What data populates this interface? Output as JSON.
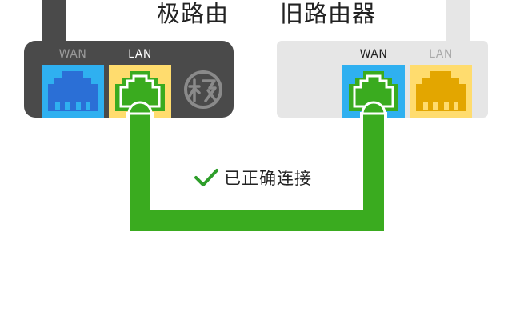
{
  "routers": {
    "left": {
      "title": "极路由",
      "ports": [
        {
          "label": "WAN",
          "label_color": "#9a9a9a",
          "fill": "#2fb0f0",
          "jack": "#2b6fd6"
        },
        {
          "label": "LAN",
          "label_color": "#ffffff",
          "fill": "#ffdc6e",
          "jack": "#3aab1f",
          "connected": true
        }
      ],
      "logo": "极 logo",
      "body_color": "#4a4a4a"
    },
    "right": {
      "title": "旧路由器",
      "ports": [
        {
          "label": "WAN",
          "label_color": "#222222",
          "fill": "#2fb0f0",
          "jack": "#3aab1f",
          "connected": true
        },
        {
          "label": "LAN",
          "label_color": "#aaaaaa",
          "fill": "#ffdc6e",
          "jack": "#e3a600"
        }
      ],
      "body_color": "#e6e6e6"
    }
  },
  "cable": {
    "color": "#3aab1f"
  },
  "status": {
    "text": "已正确连接",
    "icon": "checkmark-icon",
    "icon_color": "#2e9e2a"
  }
}
